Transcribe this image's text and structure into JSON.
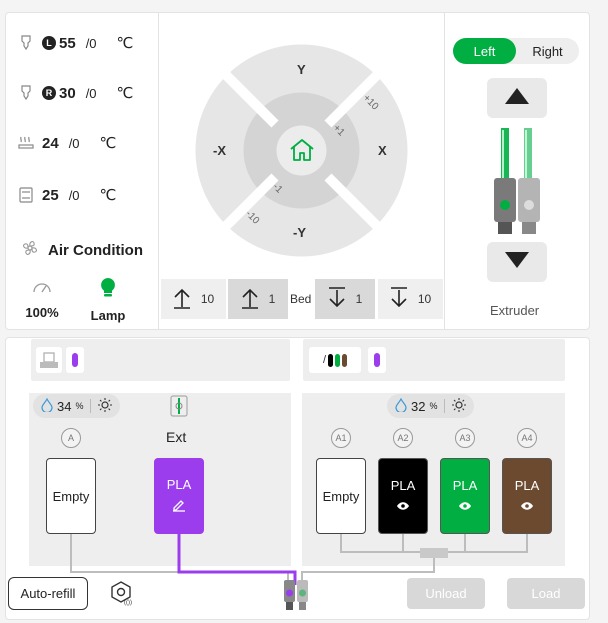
{
  "temps": [
    {
      "badge": "L",
      "icon": "nozzle-icon",
      "current": "55",
      "target": "/0",
      "unit": "℃"
    },
    {
      "badge": "R",
      "icon": "nozzle-icon",
      "current": "30",
      "target": "/0",
      "unit": "℃"
    },
    {
      "badge": "",
      "icon": "heatbed-icon",
      "current": "24",
      "target": "/0",
      "unit": "℃"
    },
    {
      "badge": "",
      "icon": "chamber-icon",
      "current": "25",
      "target": "/0",
      "unit": "℃"
    }
  ],
  "air_condition": "Air Condition",
  "speed": {
    "value": "100%",
    "icon": "speed-gauge-icon"
  },
  "lamp": {
    "label": "Lamp",
    "icon": "lamp-icon",
    "color": "#00ae42"
  },
  "jog": {
    "y": "Y",
    "minus_x": "-X",
    "x": "X",
    "minus_y": "-Y",
    "plus10": "+10",
    "plus1": "+1",
    "minus1": "-1",
    "minus10": "-10",
    "home_icon": "home-icon"
  },
  "bed": {
    "label": "Bed",
    "up10": "10",
    "up1": "1",
    "down1": "1",
    "down10": "10"
  },
  "extruder": {
    "left": "Left",
    "right": "Right",
    "label": "Extruder",
    "accent": "#00ae42"
  },
  "ams_left": {
    "humidity": "34",
    "humidity_unit": "%",
    "slot_label": "A",
    "ext_label": "Ext",
    "slots": [
      {
        "name": "Empty",
        "color": "#ffffff",
        "text": "#222222"
      },
      {
        "name": "PLA",
        "color": "#9b3ded",
        "text": "#ffffff",
        "icon": "edit-icon"
      }
    ]
  },
  "ams_right": {
    "humidity": "32",
    "humidity_unit": "%",
    "labels": [
      "A1",
      "A2",
      "A3",
      "A4"
    ],
    "slots": [
      {
        "name": "Empty",
        "color": "#ffffff",
        "text": "#222222"
      },
      {
        "name": "PLA",
        "color": "#000000",
        "text": "#ffffff",
        "icon": "eye-icon"
      },
      {
        "name": "PLA",
        "color": "#00ae42",
        "text": "#ffffff",
        "icon": "eye-icon"
      },
      {
        "name": "PLA",
        "color": "#6b4a2f",
        "text": "#ffffff",
        "icon": "eye-icon"
      }
    ]
  },
  "buttons": {
    "auto_refill": "Auto-refill",
    "unload": "Unload",
    "load": "Load"
  }
}
